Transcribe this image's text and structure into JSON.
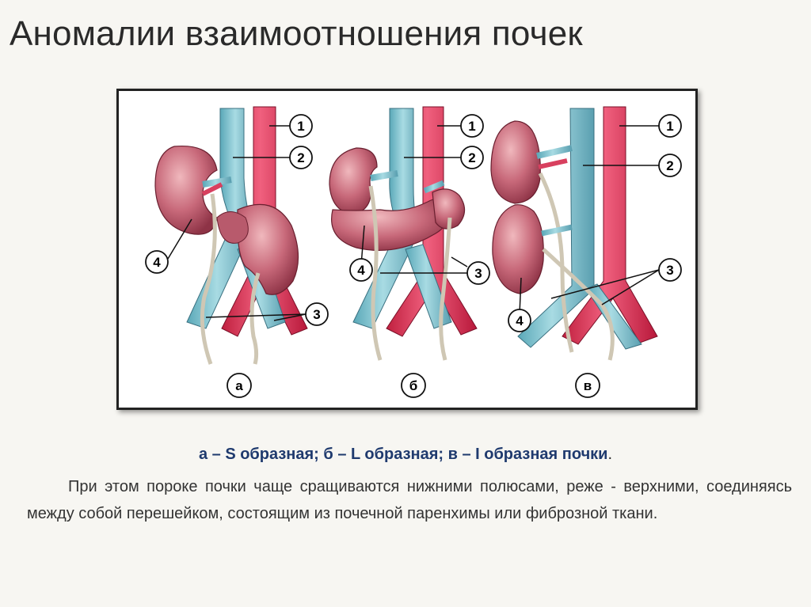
{
  "title": "Аномалии взаимоотношения почек",
  "figure": {
    "panel_labels": [
      "а",
      "б",
      "в"
    ],
    "callout_numbers": [
      "1",
      "2",
      "3",
      "4"
    ]
  },
  "caption": {
    "a": "а – S образная; ",
    "b": "б – L образная; ",
    "c": "в – I образная почки",
    "end": "."
  },
  "body_text": "При этом пороке почки чаще сращиваются нижними полюсами, реже - верхними, соединяясь между собой перешейком, состоящим из почечной паренхимы или фиброзной ткани.",
  "colors": {
    "vein": "#7ec0cc",
    "artery": "#e0305a",
    "kidney": "#c8697a",
    "ureter": "#cfc7b4"
  }
}
